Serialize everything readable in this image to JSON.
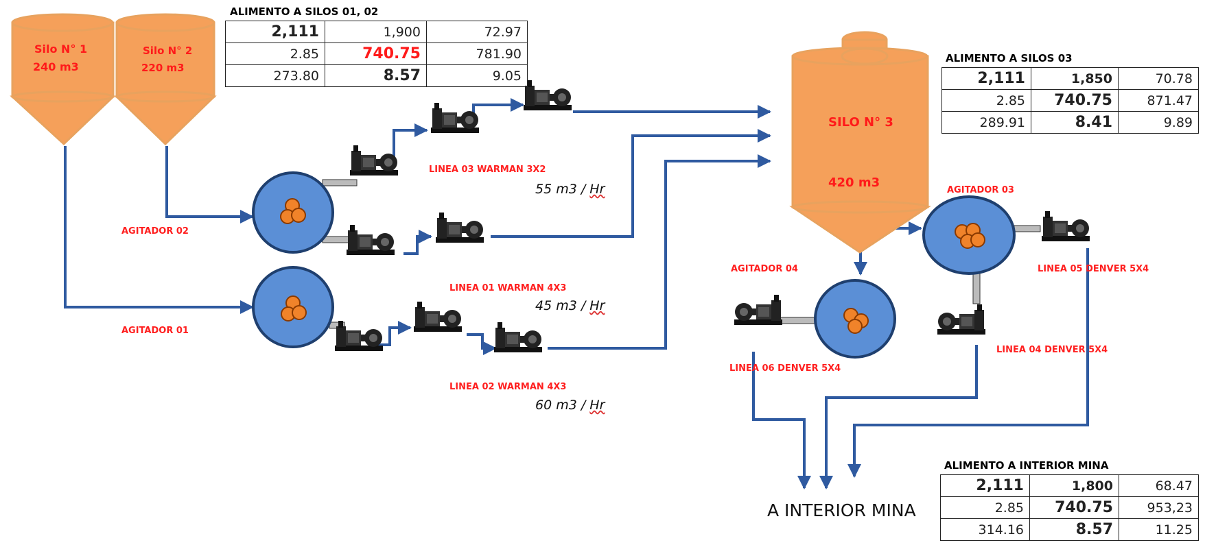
{
  "tables": {
    "silos12": {
      "title": "ALIMENTO A SILOS 01, 02",
      "rows": [
        [
          "2,111",
          "1,900",
          "72.97"
        ],
        [
          "2.85",
          "740.75",
          "781.90"
        ],
        [
          "273.80",
          "8.57",
          "9.05"
        ]
      ]
    },
    "silos03": {
      "title": "ALIMENTO A SILOS 03",
      "rows": [
        [
          "2,111",
          "1,850",
          "70.78"
        ],
        [
          "2.85",
          "740.75",
          "871.47"
        ],
        [
          "289.91",
          "8.41",
          "9.89"
        ]
      ]
    },
    "mina": {
      "title": "ALIMENTO A INTERIOR MINA",
      "rows": [
        [
          "2,111",
          "1,800",
          "68.47"
        ],
        [
          "2.85",
          "740.75",
          "953,23"
        ],
        [
          "314.16",
          "8.57",
          "11.25"
        ]
      ]
    }
  },
  "silos": {
    "silo1": {
      "name": "Silo N° 1",
      "capacity": "240 m3"
    },
    "silo2": {
      "name": "Silo N° 2",
      "capacity": "220 m3"
    },
    "silo3": {
      "name": "SILO N° 3",
      "capacity": "420 m3"
    }
  },
  "labels": {
    "agitador01": "AGITADOR 01",
    "agitador02": "AGITADOR 02",
    "agitador03": "AGITADOR 03",
    "agitador04": "AGITADOR 04",
    "linea01": "LINEA 01  WARMAN 4X3",
    "linea02": "LINEA 02  WARMAN 4X3",
    "linea03": "LINEA 03  WARMAN 3X2",
    "linea04": "LINEA 04  DENVER 5X4",
    "linea05": "LINEA 05  DENVER 5X4",
    "linea06": "LINEA 06  DENVER 5X4"
  },
  "flows": {
    "f55": {
      "value": "55 m3 / ",
      "unit": "Hr"
    },
    "f45": {
      "value": "45 m3 / ",
      "unit": "Hr"
    },
    "f60": {
      "value": "60 m3 / ",
      "unit": "Hr"
    }
  },
  "destination": "A INTERIOR MINA",
  "colors": {
    "silo_fill": "#f5a05a",
    "silo_stroke": "#e8a25e",
    "tank_fill": "#5b8fd6",
    "tank_stroke": "#1f3f6e",
    "pipe": "#2f5aa0",
    "label_red": "#ff1f1f",
    "ball": "#f0832a"
  }
}
